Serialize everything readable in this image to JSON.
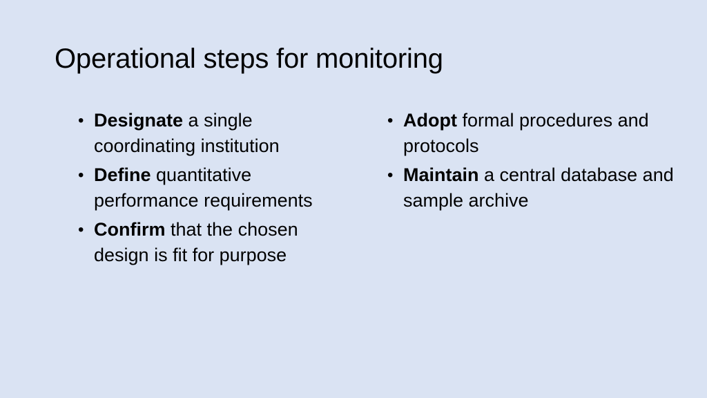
{
  "slide": {
    "title": "Operational steps for monitoring",
    "bullet_glyph": "•",
    "left_column": [
      {
        "bold": "Designate",
        "rest": " a single coordinating institution"
      },
      {
        "bold": "Define",
        "rest": " quantitative performance requirements"
      },
      {
        "bold": "Confirm",
        "rest": " that the chosen design is fit for purpose"
      }
    ],
    "right_column": [
      {
        "bold": "Adopt",
        "rest": " formal procedures and protocols"
      },
      {
        "bold": "Maintain",
        "rest": " a central database and sample archive"
      }
    ],
    "colors": {
      "background": "#dae3f3",
      "text": "#000000"
    }
  }
}
